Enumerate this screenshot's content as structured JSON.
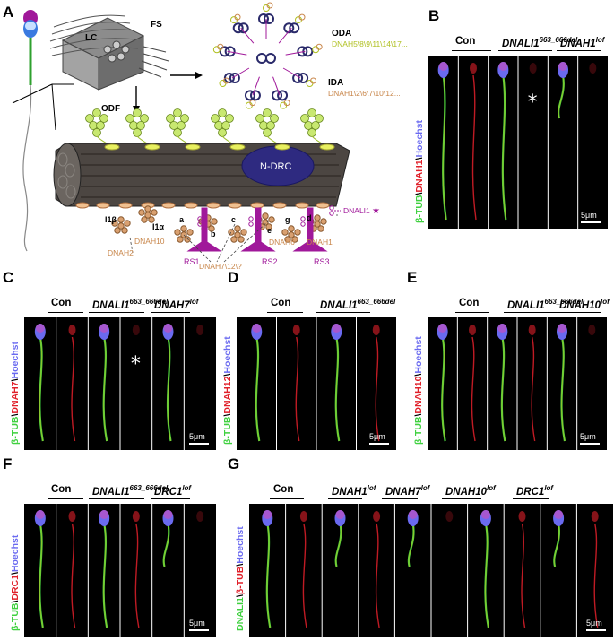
{
  "panels": {
    "A": {
      "label": "A",
      "structures": {
        "lc": "LC",
        "fs": "FS",
        "odf": "ODF",
        "ndrc": "N-DRC"
      },
      "oda": {
        "title": "ODA",
        "genes": "DNAH5\\8\\9\\11\\14\\17..."
      },
      "ida": {
        "title": "IDA",
        "genes": "DNAH1\\2\\6\\7\\10\\12..."
      },
      "dynein_arms": {
        "i1b": "I1β",
        "i1a": "I1α",
        "a": "a",
        "b": "b",
        "c": "c",
        "e": "e",
        "g": "g",
        "d": "d"
      },
      "genes": {
        "dnah2": "DNAH2",
        "dnah10": "DNAH10",
        "dnah6": "DNAH6",
        "dnah1": "DNAH1",
        "dnah7": "DNAH7\\12\\?",
        "dnali1": "DNALI1"
      },
      "radial_spokes": {
        "rs1": "RS1",
        "rs2": "RS2",
        "rs3": "RS3"
      }
    },
    "B": {
      "label": "B",
      "groups": [
        {
          "name": "Con",
          "sup": "",
          "italic": false
        },
        {
          "name": "DNALI1",
          "sup": "663_666del",
          "italic": true
        },
        {
          "name": "DNAH1",
          "sup": "lof",
          "italic": true
        }
      ],
      "stain": {
        "green": "β-TUB",
        "sep1": "\\",
        "red": "DNAH1",
        "sep2": "\\",
        "blue": "Hoechst"
      },
      "scale": "5μm",
      "marker": "*"
    },
    "C": {
      "label": "C",
      "groups": [
        {
          "name": "Con",
          "sup": ""
        },
        {
          "name": "DNALI1",
          "sup": "663_666del"
        },
        {
          "name": "DNAH7",
          "sup": "lof"
        }
      ],
      "stain": {
        "green": "β-TUB",
        "sep1": "\\",
        "red": "DNAH7",
        "sep2": "\\",
        "blue": "Hoechst"
      },
      "scale": "5μm",
      "marker": "*"
    },
    "D": {
      "label": "D",
      "groups": [
        {
          "name": "Con",
          "sup": ""
        },
        {
          "name": "DNALI1",
          "sup": "663_666del"
        }
      ],
      "stain": {
        "green": "β-TUB",
        "sep1": "\\",
        "red": "DNAH12",
        "sep2": "\\",
        "blue": "Hoechst"
      },
      "scale": "5μm"
    },
    "E": {
      "label": "E",
      "groups": [
        {
          "name": "Con",
          "sup": ""
        },
        {
          "name": "DNALI1",
          "sup": "663_666del"
        },
        {
          "name": "DNAH10",
          "sup": "lof"
        }
      ],
      "stain": {
        "green": "β-TUB",
        "sep1": "\\",
        "red": "DNAH10",
        "sep2": "\\",
        "blue": "Hoechst"
      },
      "scale": "5μm"
    },
    "F": {
      "label": "F",
      "groups": [
        {
          "name": "Con",
          "sup": ""
        },
        {
          "name": "DNALI1",
          "sup": "663_666del"
        },
        {
          "name": "DRC1",
          "sup": "lof"
        }
      ],
      "stain": {
        "green": "β-TUB",
        "sep1": "\\",
        "red": "DRC1",
        "sep2": "\\",
        "blue": "Hoechst"
      },
      "scale": "5μm"
    },
    "G": {
      "label": "G",
      "groups": [
        {
          "name": "Con",
          "sup": ""
        },
        {
          "name": "DNAH1",
          "sup": "lof"
        },
        {
          "name": "DNAH7",
          "sup": "lof"
        },
        {
          "name": "DNAH10",
          "sup": "lof"
        },
        {
          "name": "DRC1",
          "sup": "lof"
        }
      ],
      "stain": {
        "green": "DNALI1",
        "sep1": "\\",
        "red": "β-TUB",
        "sep2": "\\",
        "blue": "Hoechst"
      },
      "scale": "5μm"
    }
  },
  "colors": {
    "green": "#3fd13f",
    "red": "#e0202a",
    "blue": "#6a6af0",
    "purple": "#a0189a",
    "tan": "#c8864a",
    "lime": "#b0d020"
  }
}
